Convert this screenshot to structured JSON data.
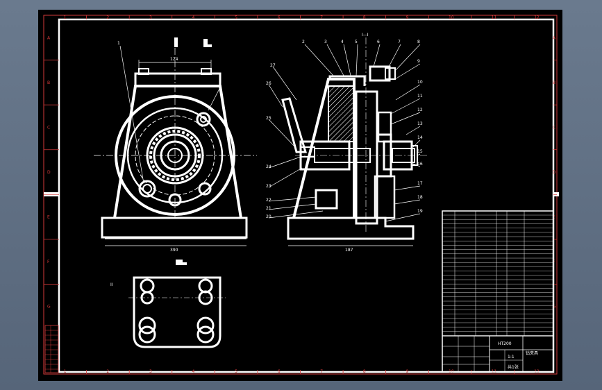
{
  "zone_columns": [
    "1",
    "2",
    "3",
    "4",
    "5",
    "6",
    "7",
    "8",
    "9",
    "10",
    "11",
    "12"
  ],
  "zone_rows": [
    "A",
    "B",
    "C",
    "D",
    "E",
    "F",
    "G"
  ],
  "view_labels": {
    "top_section": "I—I",
    "bottom_view": "II",
    "dim_width": "124",
    "dim_base_front": "390",
    "dim_base_side": "187"
  },
  "callouts": [
    "1",
    "2",
    "3",
    "4",
    "5",
    "6",
    "7",
    "8",
    "9",
    "10",
    "11",
    "12",
    "13",
    "14",
    "15",
    "16",
    "17",
    "18",
    "19",
    "20",
    "21",
    "22",
    "23",
    "24",
    "25",
    "26",
    "27"
  ],
  "title_block": {
    "drawing_name": "钻夹具",
    "scale": "1:1",
    "sheet": "共1张",
    "material": "HT200"
  },
  "colors": {
    "sheet": "#000000",
    "lines": "#ffffff",
    "frame_red": "#d43a3a",
    "background": "#5d6c80"
  }
}
